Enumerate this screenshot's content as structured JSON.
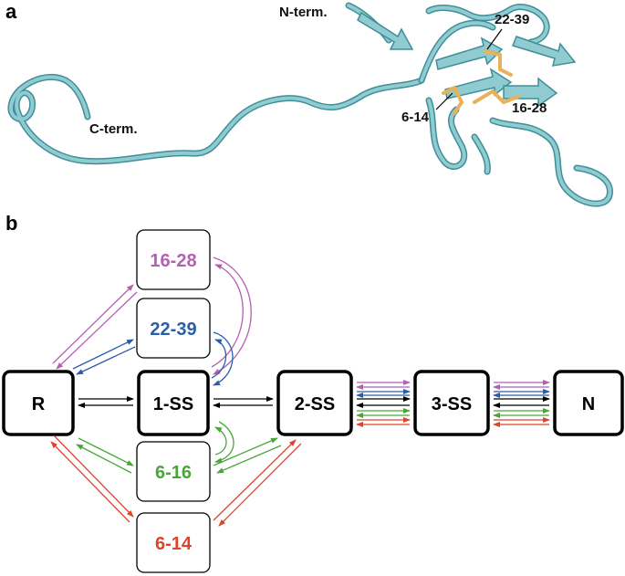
{
  "panels": {
    "a": "a",
    "b": "b"
  },
  "structure": {
    "n_term": "N-term.",
    "c_term": "C-term.",
    "disulfides": [
      "22-39",
      "16-28",
      "6-14"
    ],
    "ribbon_color": "#7fbfc6",
    "ribbon_edge": "#3f8f99",
    "disulfide_color": "#e8b15a"
  },
  "scheme": {
    "states": [
      "R",
      "1-SS",
      "2-SS",
      "3-SS",
      "N"
    ],
    "intermediates": [
      {
        "label": "16-28",
        "color": "#b65fb0"
      },
      {
        "label": "22-39",
        "color": "#2a5ea8"
      },
      {
        "label": "6-16",
        "color": "#4aa63a"
      },
      {
        "label": "6-14",
        "color": "#e0432b"
      }
    ]
  }
}
